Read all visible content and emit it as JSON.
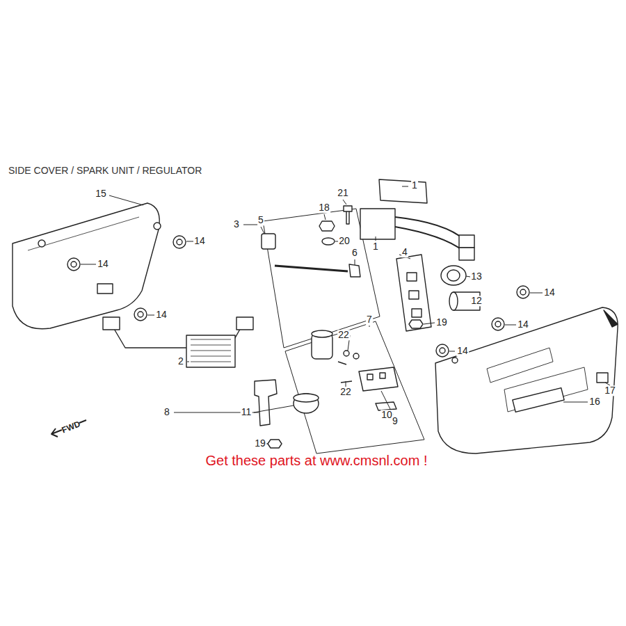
{
  "diagram": {
    "title": "SIDE COVER / SPARK UNIT / REGULATOR",
    "caption": "Get these parts at www.cmsnl.com !",
    "labels": [
      "15",
      "21",
      "18",
      "1",
      "1",
      "3",
      "20",
      "5",
      "14",
      "14",
      "6",
      "4",
      "13",
      "12",
      "14",
      "14",
      "14",
      "19",
      "22",
      "7",
      "14",
      "2",
      "22",
      "17",
      "16",
      "11",
      "8",
      "10",
      "9",
      "19",
      "FWD"
    ]
  }
}
